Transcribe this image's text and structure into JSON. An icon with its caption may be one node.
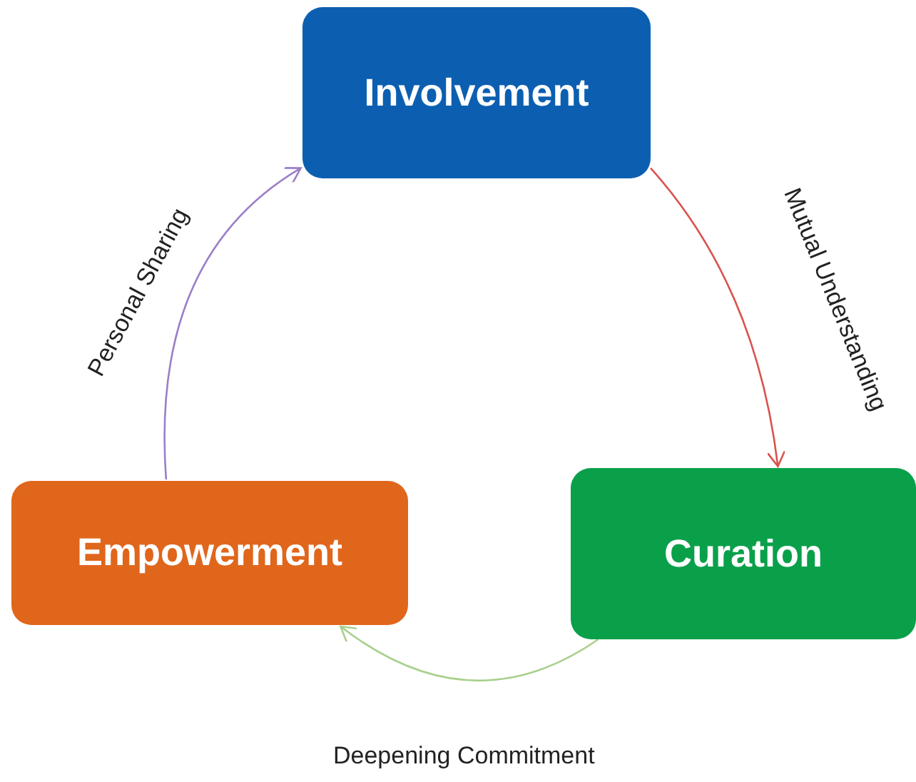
{
  "diagram": {
    "nodes": [
      {
        "text": [
          "Involvement"
        ]
      },
      {
        "text": [
          "Curation"
        ]
      },
      {
        "text": [
          "Empowerment"
        ]
      }
    ],
    "edges": [
      {
        "from": 0,
        "to": 1,
        "arrow": "to",
        "label": "Mutual Understanding",
        "color": "#d9534f"
      },
      {
        "from": 1,
        "to": 2,
        "arrow": "to",
        "label": "Deepening Commitment",
        "color": "#a8d08d"
      },
      {
        "from": 2,
        "to": 0,
        "arrow": "to",
        "label": "Personal Sharing",
        "color": "#9b7fc8"
      }
    ]
  }
}
